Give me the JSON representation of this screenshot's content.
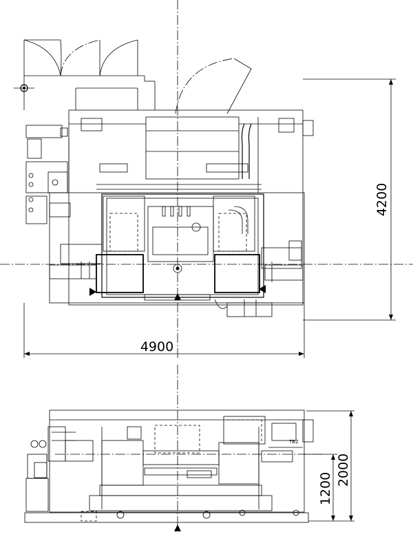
{
  "dimensions": {
    "plan_width": "4900",
    "plan_depth": "4200",
    "elevation_height": "2000",
    "shaft_height": "1200"
  },
  "labels": {
    "valve_tag": "TB2"
  }
}
